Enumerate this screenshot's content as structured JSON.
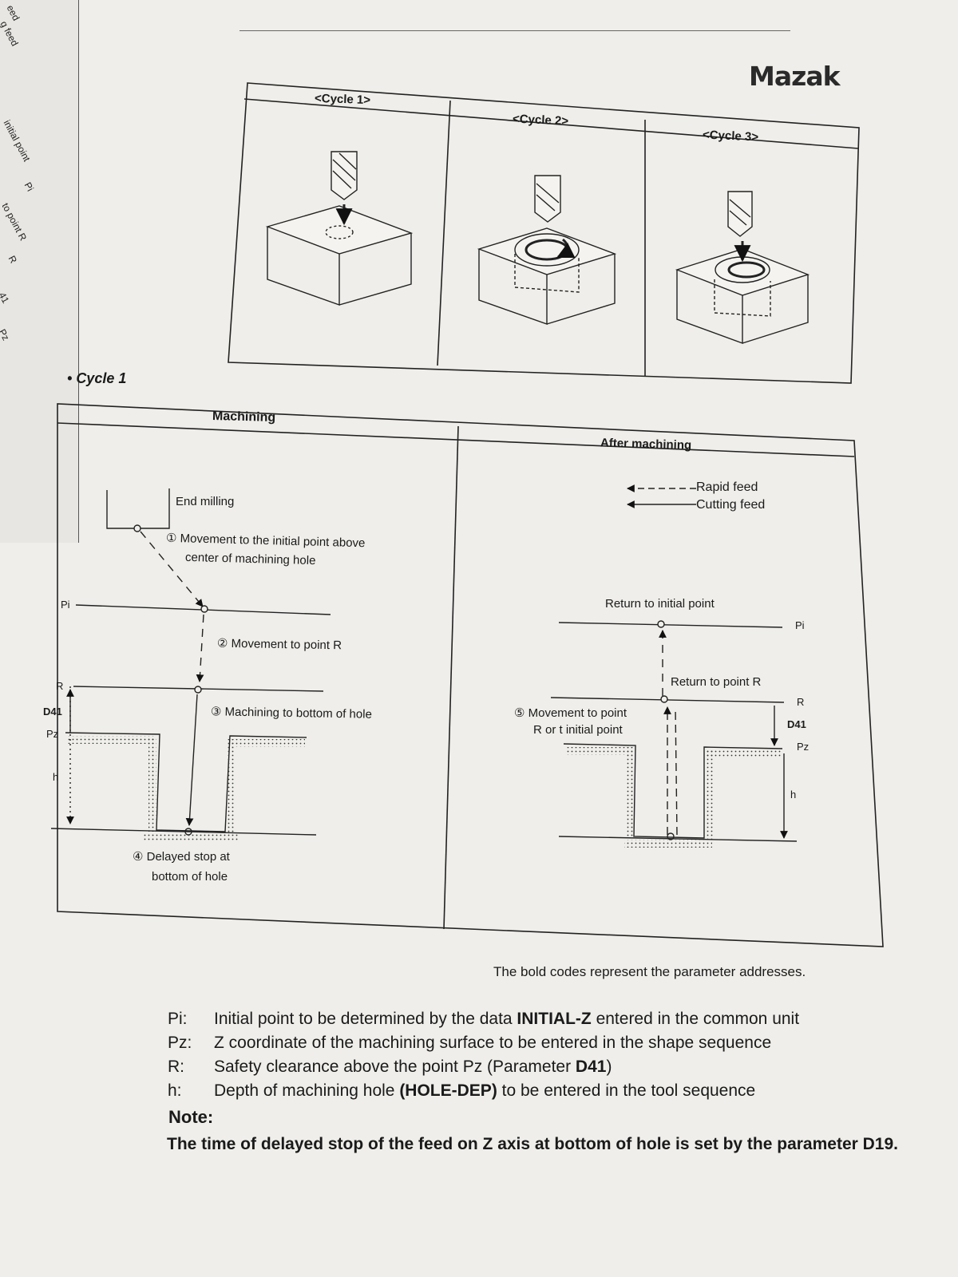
{
  "brand": "Mazak",
  "margin_notes": [
    "eed",
    "g feed",
    "initial point",
    "Pi",
    "to point R",
    "R",
    "41",
    "Pz"
  ],
  "cycles": [
    {
      "label": "<Cycle 1>"
    },
    {
      "label": "<Cycle 2>"
    },
    {
      "label": "<Cycle 3>"
    }
  ],
  "section_title": "Cycle 1",
  "machining": {
    "header": "Machining",
    "end_milling": "End milling",
    "step1_line1": "① Movement to the initial point above",
    "step1_line2": "center of machining hole",
    "step2": "② Movement to point R",
    "step3": "③ Machining to bottom of hole",
    "step4_line1": "④ Delayed stop at",
    "step4_line2": "bottom of hole",
    "labels": {
      "pi": "Pi",
      "r": "R",
      "d41": "D41",
      "pz": "Pz",
      "h": "h"
    }
  },
  "after": {
    "header": "After machining",
    "rapid_feed": "Rapid feed",
    "cutting_feed": "Cutting feed",
    "return_initial": "Return to initial point",
    "return_r": "Return to point R",
    "step5_line1": "⑤ Movement to point",
    "step5_line2": "R or t initial point",
    "labels": {
      "pi": "Pi",
      "r": "R",
      "d41": "D41",
      "pz": "Pz",
      "h": "h"
    }
  },
  "footnote": "The bold codes represent the parameter addresses.",
  "definitions": [
    {
      "key": "Pi:",
      "pre": "Initial point to be determined by the data ",
      "bold": "INITIAL-Z",
      "post": " entered in the common unit"
    },
    {
      "key": "Pz:",
      "pre": "Z coordinate of the machining surface to be entered in the shape sequence",
      "bold": "",
      "post": ""
    },
    {
      "key": "R:",
      "pre": "Safety clearance above the point Pz (Parameter ",
      "bold": "D41",
      "post": ")"
    },
    {
      "key": "h:",
      "pre": "Depth of machining hole ",
      "bold": "(HOLE-DEP)",
      "post": " to be entered in the tool sequence"
    }
  ],
  "note": {
    "title": "Note:",
    "body": "The time of delayed stop of the feed on Z axis at bottom of hole is set by the parameter D19."
  }
}
